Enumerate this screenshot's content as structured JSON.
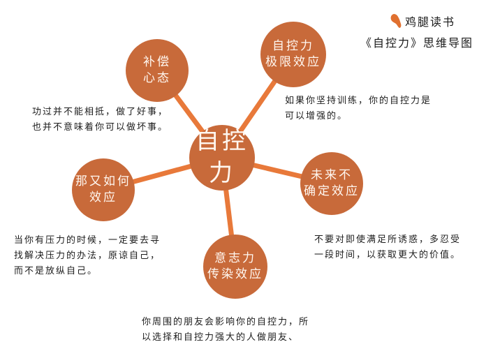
{
  "brand": {
    "logo_icon": "chicken-leg-icon",
    "name": "鸡腿读书",
    "title": "《自控力》思维导图",
    "accent_color": "#e0702f"
  },
  "colors": {
    "node_fill": "#c86a3a",
    "connector": "#e8793a",
    "node_text": "#fff7f0"
  },
  "center": {
    "label": "自控力"
  },
  "nodes": [
    {
      "id": "compensation",
      "lines": [
        "补偿",
        "心态"
      ],
      "note": [
        "功过并不能相抵，做了好事，",
        "也并不意味着你可以做坏事。"
      ]
    },
    {
      "id": "limit-effect",
      "lines": [
        "自控力",
        "极限效应"
      ],
      "note": [
        "如果你坚持训练，你的自控力是",
        "可以增强的。"
      ]
    },
    {
      "id": "uncertain-future",
      "lines": [
        "未来不",
        "确定效应"
      ],
      "note": [
        "不要对即使满足所诱惑，多忍受",
        "一段时间，以获取更大的价值。"
      ]
    },
    {
      "id": "what-the-hell",
      "lines": [
        "那又如何",
        "效应"
      ],
      "note": [
        "当你有压力的时候，一定要去寻",
        "找解决压力的办法，原谅自己，",
        "而不是放纵自己。"
      ]
    },
    {
      "id": "contagion",
      "lines": [
        "意志力",
        "传染效应"
      ],
      "note": [
        "你周围的朋友会影响你的自控力，所",
        "以选择和自控力强大的人做朋友、"
      ]
    }
  ]
}
